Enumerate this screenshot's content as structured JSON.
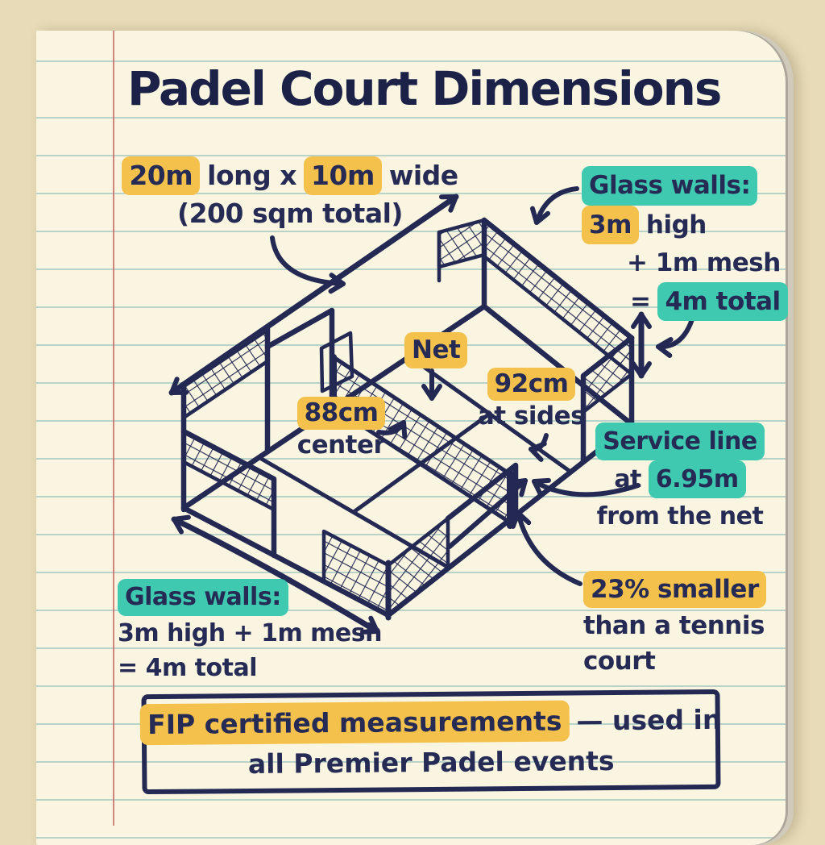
{
  "title": "Padel Court Dimensions",
  "colors": {
    "ink": "#252b54",
    "paper": "#faf5e1",
    "background": "#e8dbb7",
    "yellow_highlight": "#f4c24c",
    "teal_highlight": "#3ec9b0",
    "rule_line": "#b9d3c8",
    "margin_line": "#c96f6f"
  },
  "annotations": {
    "size": {
      "h1": "20m",
      "t1": "long x",
      "h2": "10m",
      "t2": "wide",
      "line2": "(200 sqm total)"
    },
    "glass_walls_top": {
      "heading": "Glass walls:",
      "h_height": "3m",
      "t_height": "high",
      "line2": "+ 1m mesh",
      "t_eq": "=",
      "h_total": "4m total"
    },
    "net_label": "Net",
    "center_height": {
      "value": "88cm",
      "caption": "center"
    },
    "side_height": {
      "value": "92cm",
      "caption": "at sides"
    },
    "service_line": {
      "heading": "Service line",
      "t_at": "at",
      "h_distance": "6.95m",
      "line3": "from the net"
    },
    "glass_walls_bottom": {
      "heading": "Glass walls:",
      "line2": "3m high + 1m mesh",
      "line3": "= 4m total"
    },
    "comparison": {
      "highlight": "23% smaller",
      "line2": "than a tennis",
      "line3": "court"
    },
    "footer": {
      "highlight": "FIP certified measurements",
      "t_rest": "— used in",
      "line2": "all Premier Padel events"
    }
  }
}
